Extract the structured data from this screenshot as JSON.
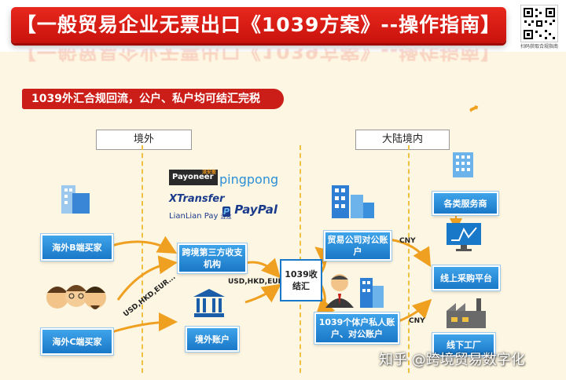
{
  "header": {
    "title": "【一般贸易企业无票出口《1039方案》--操作指南】",
    "qr_caption": "扫码获取合规指南"
  },
  "subtitle": "1039外汇合规回流，公户、私户均可结汇完税",
  "regions": {
    "overseas": "境外",
    "domestic": "大陆境内"
  },
  "nodes": {
    "b_buyer": "海外B端买家",
    "c_buyer": "海外C端买家",
    "third_party": "跨境第三方收支机构",
    "overseas_account": "境外账户",
    "center": "1039收结汇",
    "trade_company": "贸易公司对公账户",
    "individual": "1039个体户私人账户、对公账户",
    "services": "各类服务商",
    "procurement": "线上采购平台",
    "offline": "线下工厂"
  },
  "flow_labels": {
    "currencies_left": "USD,HKD,EUR...",
    "currencies_right": "USD,HKD,EUR...",
    "cny_top": "CNY",
    "cny_bottom": "CNY"
  },
  "logos": {
    "payoneer": "Payoneer",
    "payoneer_cn": "派安盈",
    "pingpong": "pingpong",
    "xtransfer": "XTransfer",
    "lianlian": "LianLian Pay",
    "lianlian_cn": "连连",
    "paypal": "PayPal"
  },
  "watermark": "知乎 @跨境贸易数字化",
  "colors": {
    "title_red": "#cc1e18",
    "box_blue": "#2a8ad8",
    "arrow_orange": "#f0a020",
    "background": "#fdf6e2"
  }
}
